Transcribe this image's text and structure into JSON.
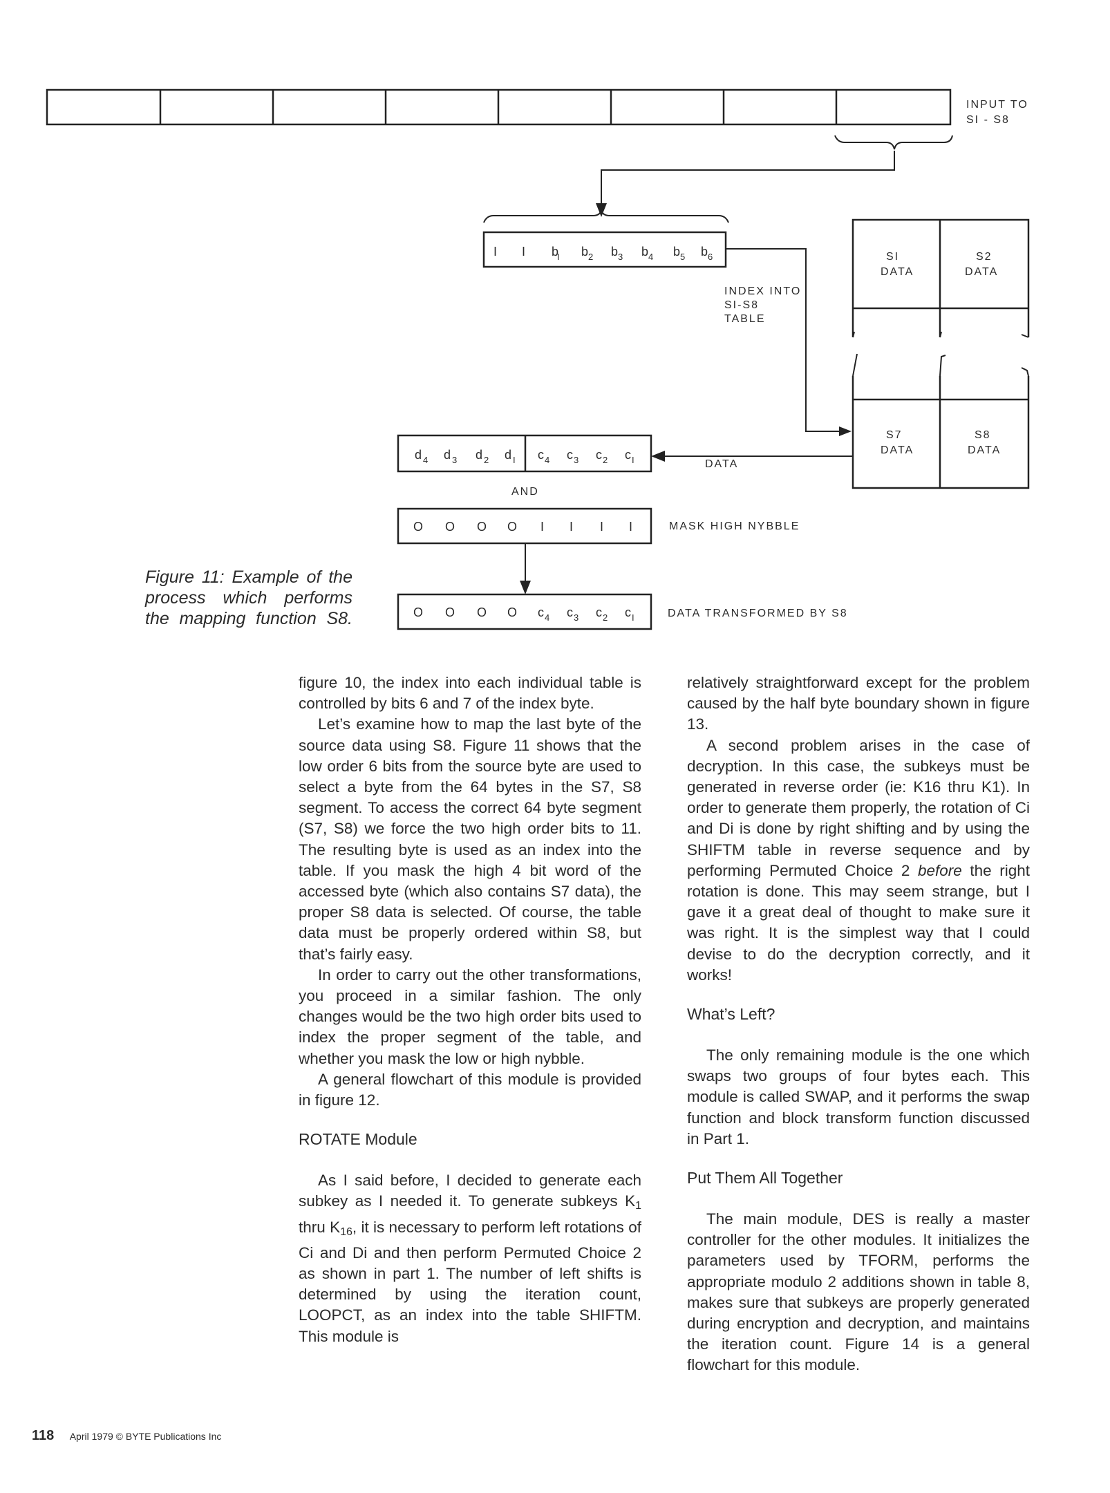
{
  "figure": {
    "input_label": [
      "INPUT TO",
      "SI - S8"
    ],
    "index_bits": [
      "I",
      "I",
      "b",
      "b",
      "b",
      "b",
      "b",
      "b"
    ],
    "index_subs": [
      "",
      "",
      "I",
      "2",
      "3",
      "4",
      "5",
      "6"
    ],
    "index_label": [
      "INDEX INTO",
      "SI-S8",
      "TABLE"
    ],
    "sbox_labels": [
      [
        "SI",
        "DATA"
      ],
      [
        "S2",
        "DATA"
      ],
      [
        "S7",
        "DATA"
      ],
      [
        "S8",
        "DATA"
      ]
    ],
    "data_d": [
      "4",
      "3",
      "2",
      "I"
    ],
    "data_c": [
      "4",
      "3",
      "2",
      "I"
    ],
    "data_label": "DATA",
    "and_label": "AND",
    "mask_bits": [
      "O",
      "O",
      "O",
      "O",
      "I",
      "I",
      "I",
      "I"
    ],
    "mask_label": "MASK HIGH NYBBLE",
    "result_zeros": [
      "O",
      "O",
      "O",
      "O"
    ],
    "result_c": [
      "4",
      "3",
      "2",
      "I"
    ],
    "result_label": "DATA TRANSFORMED BY S8"
  },
  "caption": [
    "Figure 11: Example of the",
    "process which performs",
    "the mapping function S8."
  ],
  "left_column": {
    "p1": "figure 10, the index into each individual table is controlled by bits 6 and 7 of the index byte.",
    "p2": "Let’s examine how to map the last byte of the source data using S8. Figure 11 shows that the low order 6 bits from the source byte are used to select a byte from the 64 bytes in the S7, S8 segment. To access the correct 64 byte segment (S7, S8) we force the two high order bits to 11. The resulting byte is used as an index into the table. If you mask the high 4 bit word of the accessed byte (which also contains S7 data), the proper S8 data is selected. Of course, the table data must be properly ordered within S8, but that’s fairly easy.",
    "p3": "In order to carry out the other transformations, you proceed in a similar fashion. The only changes would be the two high order bits used to index the proper segment of the table, and whether you mask the low or high nybble.",
    "p4": "A general flowchart of this module is provided in figure 12.",
    "h_rotate": "ROTATE Module",
    "p5_a": "As I said before, I decided to generate each subkey as I needed it. To generate subkeys K",
    "p5_sub1": "1",
    "p5_b": " thru K",
    "p5_sub2": "16",
    "p5_c": ", it is necessary to perform left rotations of Ci and Di and then perform Permuted Choice 2 as shown in part 1. The number of left shifts is determined by using the iteration count, LOOPCT, as an index into the table SHIFTM. This module is"
  },
  "right_column": {
    "p1": "relatively straightforward except for the problem caused by the half byte boundary shown in figure 13.",
    "p2_a": "A second problem arises in the case of decryption. In this case, the subkeys must be generated in reverse order (ie: K16 thru K1). In order to generate them properly, the rotation of Ci and Di is done by right shifting and by using the SHIFTM table in reverse sequence and by performing Permuted Choice 2 ",
    "p2_em": "before",
    "p2_b": " the right rotation is done. This may seem strange, but I gave it a great deal of thought to make sure it was right. It is the simplest way that I could devise to do the decryption correctly, and it works!",
    "h_left": "What’s Left?",
    "p3": "The only remaining module is the one which swaps two groups of four bytes each. This module is called SWAP, and it performs the swap function and block transform function discussed in Part 1.",
    "h_together": "Put Them All Together",
    "p4": "The main module, DES is really a master controller for the other modules. It initializes the parameters used by TFORM, performs the appropriate modulo 2 additions shown in table 8, makes sure that subkeys are properly generated during encryption and decryption, and maintains the iteration count. Figure 14 is a general flowchart for this module."
  },
  "footer": {
    "page_number": "118",
    "copyright": "April 1979 © BYTE Publications Inc"
  }
}
